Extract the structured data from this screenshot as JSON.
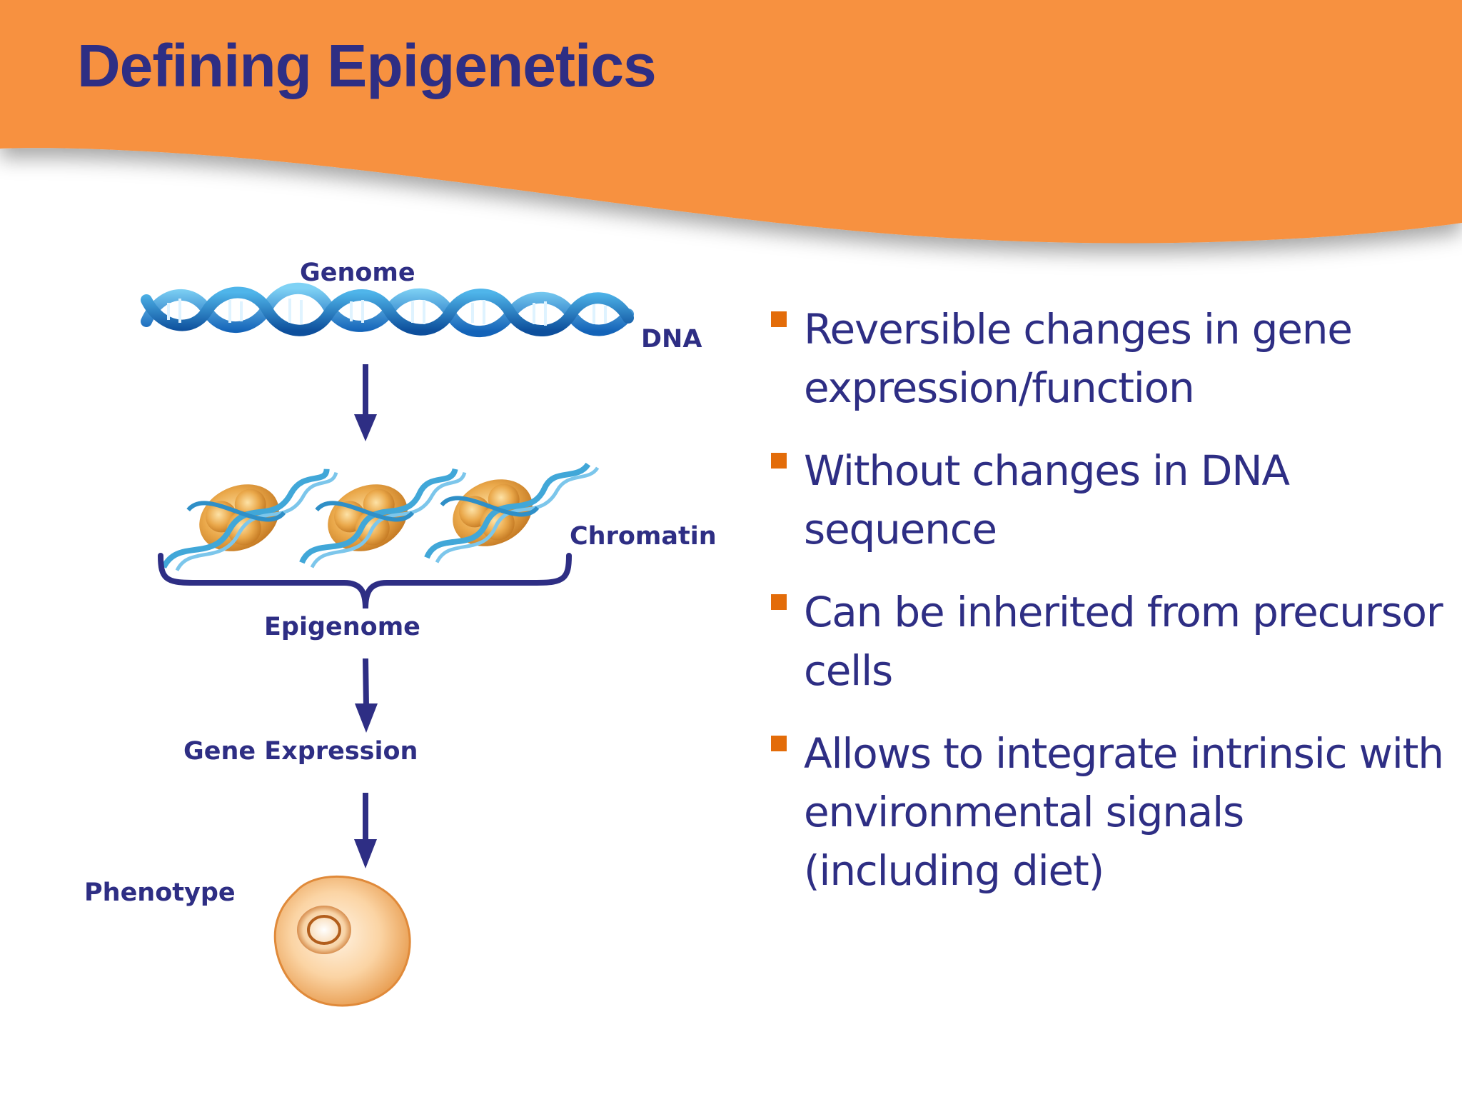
{
  "slide": {
    "title": "Defining Epigenetics",
    "colors": {
      "banner": "#f7913f",
      "title": "#2e2e84",
      "bullet_marker": "#e36c09"
    }
  },
  "diagram": {
    "labels": {
      "genome": "Genome",
      "dna": "DNA",
      "chromatin": "Chromatin",
      "epigenome": "Epigenome",
      "gene_expression": "Gene Expression",
      "phenotype": "Phenotype"
    },
    "icons": [
      "dna-helix-icon",
      "chromatin-nucleosome-icon",
      "curly-brace-icon",
      "down-arrow-icon",
      "cell-icon"
    ]
  },
  "bullets": [
    {
      "text": "Reversible changes in gene expression/function"
    },
    {
      "text": "Without changes in DNA sequence"
    },
    {
      "text": "Can be inherited from precursor cells"
    },
    {
      "text": "Allows to integrate intrinsic with environmental signals (including diet)"
    }
  ]
}
